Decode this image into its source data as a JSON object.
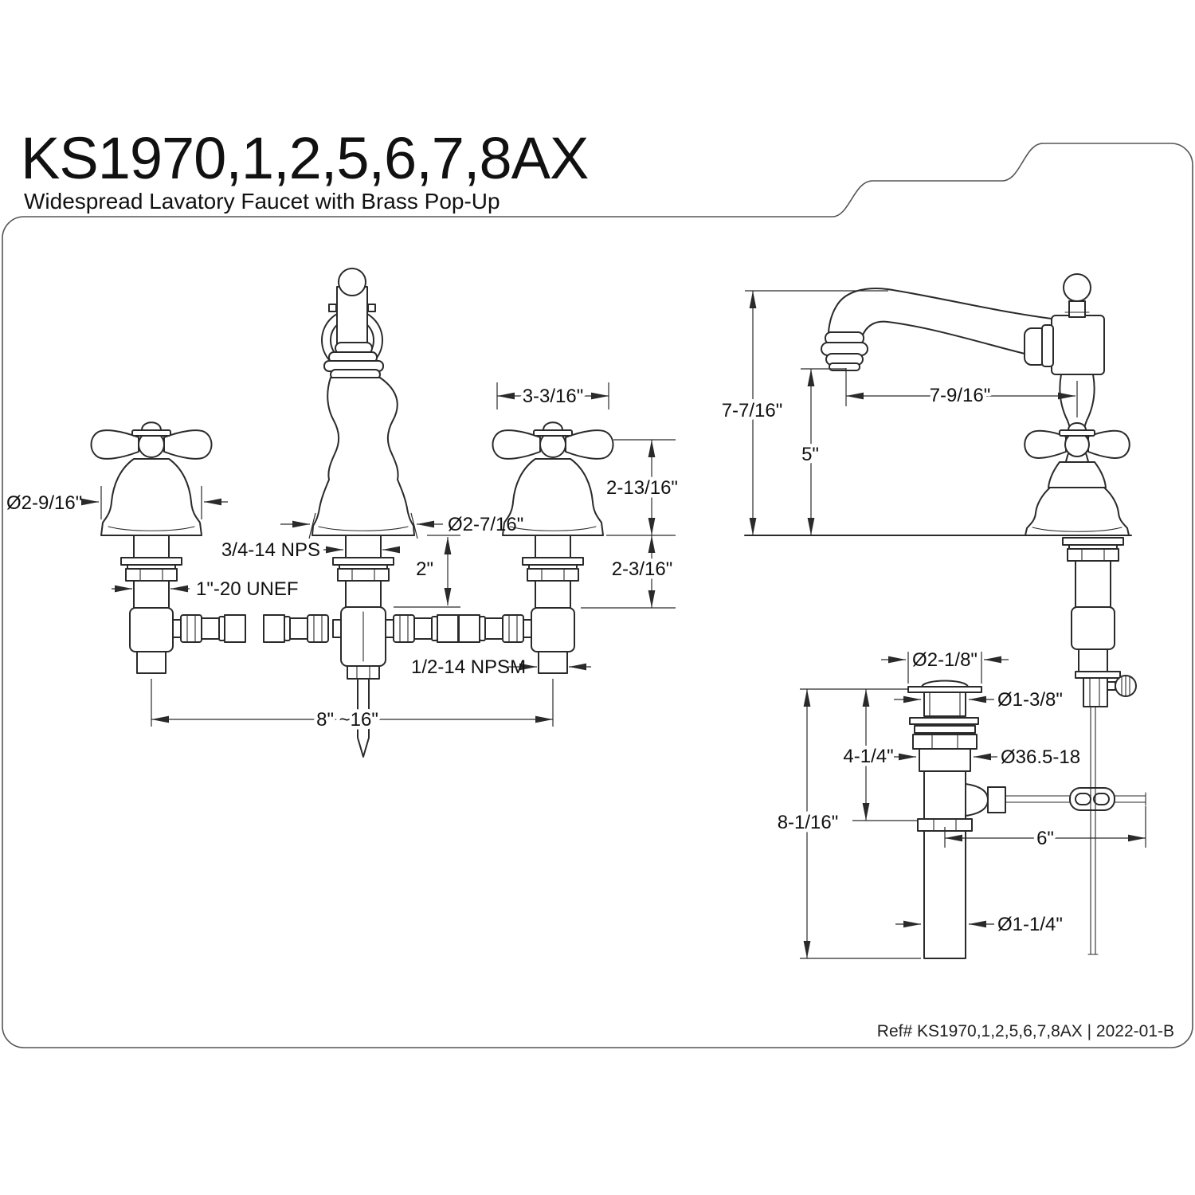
{
  "title": "KS1970,1,2,5,6,7,8AX",
  "subtitle": "Widespread Lavatory Faucet with Brass Pop-Up",
  "footer": {
    "ref_text": "Ref# KS1970,1,2,5,6,7,8AX | 2022-01-B"
  },
  "colors": {
    "line": "#2a2a2a",
    "text": "#111111",
    "background": "#ffffff"
  },
  "front_view": {
    "dims": {
      "dia_handle_base": "Ø2-9/16\"",
      "handle_width": "3-3/16\"",
      "dia_spout_base": "Ø2-7/16\"",
      "spout_shank_thread": "3/4-14 NPS",
      "handle_shank_thread": "1\"-20 UNEF",
      "spout_shank_length": "2\"",
      "height_above_deck": "2-13/16\"",
      "height_below_deck": "2-3/16\"",
      "outlet_thread": "1/2-14 NPSM",
      "spread": "8\" ~16\""
    }
  },
  "side_view": {
    "dims": {
      "total_height": "7-7/16\"",
      "spout_height": "5\"",
      "spout_reach": "7-9/16\""
    }
  },
  "popup_view": {
    "dims": {
      "dia_flange": "Ø2-1/8\"",
      "dia_plug": "Ø1-3/8\"",
      "shank_length": "4-1/4\"",
      "body_thread": "Ø36.5-18",
      "total_length": "8-1/16\"",
      "rod_reach": "6\"",
      "dia_tailpiece": "Ø1-1/4\""
    }
  }
}
